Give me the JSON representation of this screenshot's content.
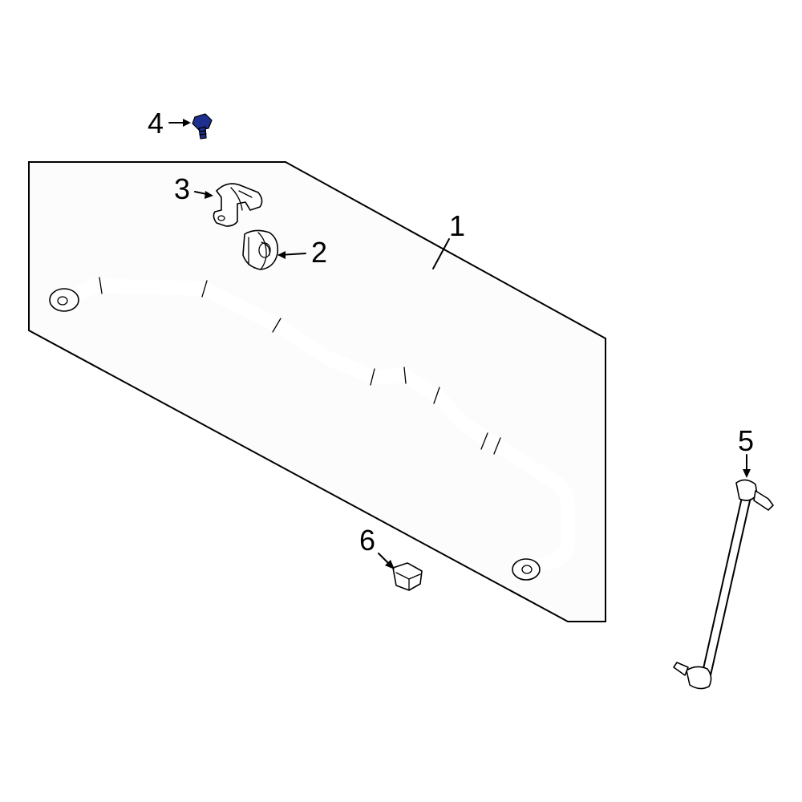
{
  "diagram": {
    "callouts": {
      "c1": "1",
      "c2": "2",
      "c3": "3",
      "c4": "4",
      "c5": "5",
      "c6": "6"
    },
    "highlight_color": "#1e2f8f",
    "panel_fill": "#fcfcfc"
  }
}
